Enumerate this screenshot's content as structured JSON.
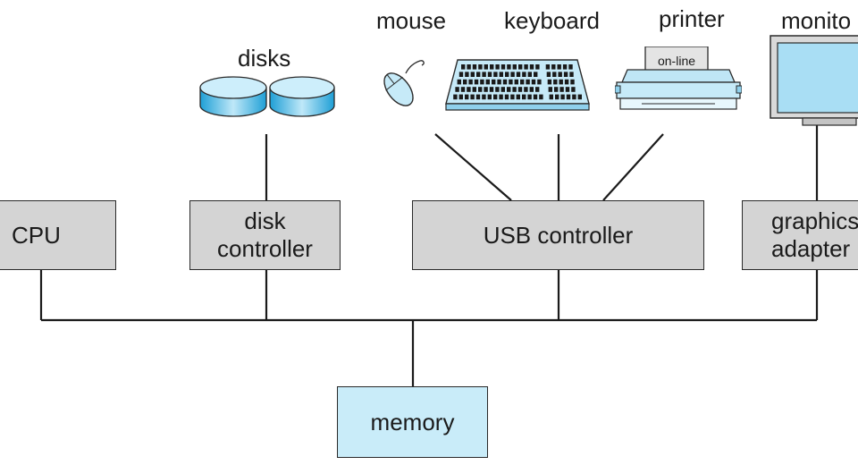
{
  "devices": {
    "disks": "disks",
    "mouse": "mouse",
    "keyboard": "keyboard",
    "printer": "printer",
    "printer_display": "on-line",
    "monitor": "monito"
  },
  "components": {
    "cpu": "CPU",
    "disk_controller_line1": "disk",
    "disk_controller_line2": "controller",
    "usb_controller": "USB controller",
    "graphics_line1": "graphics",
    "graphics_line2": "adapter",
    "memory": "memory"
  },
  "colors": {
    "component_fill": "#d4d4d4",
    "memory_fill": "#c9ecf9",
    "device_fill": "#bfe6f6",
    "device_accent": "#3fa8d8"
  }
}
